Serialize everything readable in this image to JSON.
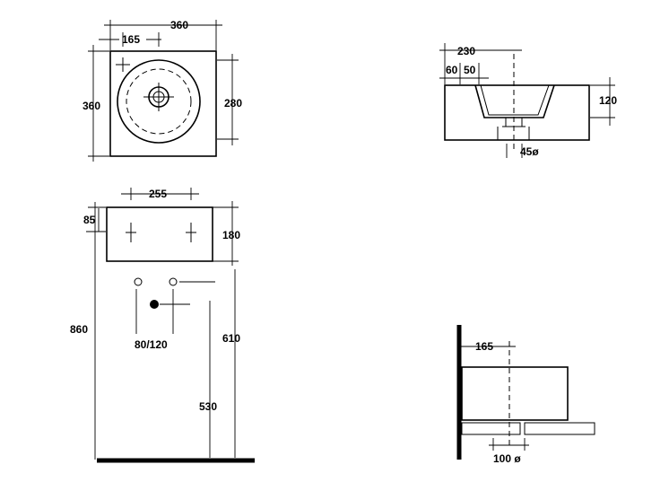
{
  "top_view": {
    "overall_width": "360",
    "tap_offset": "165",
    "depth": "360",
    "bowl_depth": "280"
  },
  "front_view": {
    "tap_spacing": "255",
    "left_offset": "85",
    "height": "180"
  },
  "installation": {
    "total_height": "860",
    "drain_height": "610",
    "supply_height": "530",
    "drain_diameter": "80/120"
  },
  "section_view": {
    "width": "230",
    "offset_a": "60",
    "offset_b": "50",
    "bowl_height": "120",
    "waste_diameter": "45ø"
  },
  "side_view": {
    "wall_offset": "165",
    "waste_diameter": "100 ø"
  }
}
